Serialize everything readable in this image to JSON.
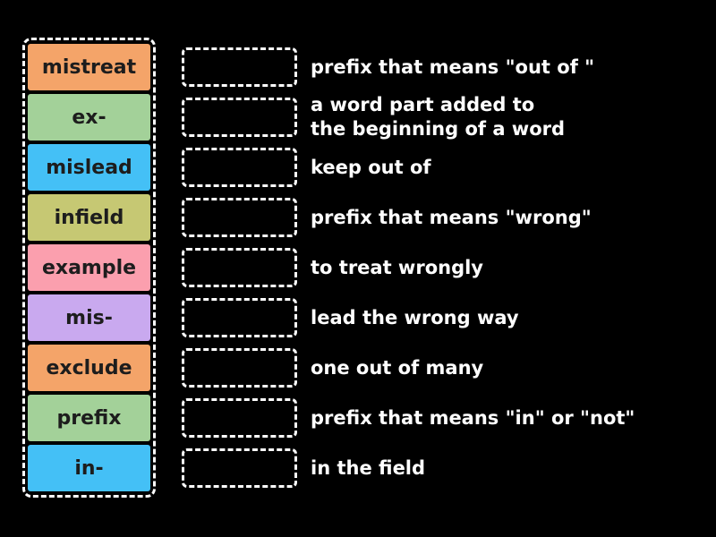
{
  "activity": {
    "type_label": "match-up",
    "background_color": "#000000",
    "border_color": "#ffffff",
    "tile_text_color": "#1d1d1d",
    "definition_text_color": "#ffffff"
  },
  "tiles": [
    {
      "label": "mistreat",
      "color": "#f4a469"
    },
    {
      "label": "ex-",
      "color": "#a3d199"
    },
    {
      "label": "mislead",
      "color": "#44c0f6"
    },
    {
      "label": "infield",
      "color": "#c6c873"
    },
    {
      "label": "example",
      "color": "#fb9fae"
    },
    {
      "label": "mis-",
      "color": "#c9a9ef"
    },
    {
      "label": "exclude",
      "color": "#f4a469"
    },
    {
      "label": "prefix",
      "color": "#a3d199"
    },
    {
      "label": "in-",
      "color": "#44c0f6"
    }
  ],
  "definitions": [
    {
      "text": "prefix that means \"out of \""
    },
    {
      "text": "a word part added to\nthe beginning of a word"
    },
    {
      "text": "keep out of"
    },
    {
      "text": "prefix that means \"wrong\""
    },
    {
      "text": "to treat wrongly"
    },
    {
      "text": "lead the wrong way"
    },
    {
      "text": "one out of many"
    },
    {
      "text": "prefix that means \"in\" or \"not\""
    },
    {
      "text": "in the field"
    }
  ]
}
